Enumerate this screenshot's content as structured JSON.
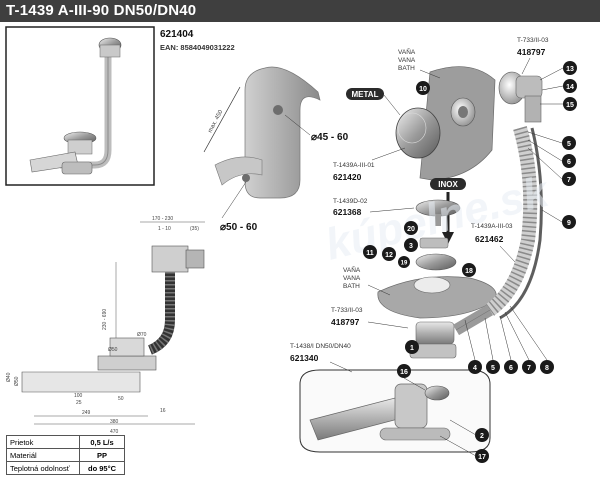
{
  "header": {
    "title": "T-1439 A-III-90 DN50/DN40"
  },
  "product": {
    "code": "621404",
    "ean": "EAN: 8584049031222"
  },
  "labels": {
    "vana_top": [
      "VAŇA",
      "VANA",
      "BATH"
    ],
    "vana_mid": [
      "VAŇA",
      "VANA",
      "BATH"
    ],
    "metal": "METAL",
    "inox": "INOX",
    "max450": "max. 450",
    "d45_60": "⌀45 - 60",
    "d50_60": "⌀50 - 60"
  },
  "parts": [
    {
      "name": "T-733/II-03",
      "code": "418797"
    },
    {
      "name": "T-1439A-III-01",
      "code": "621420"
    },
    {
      "name": "T-1439D-02",
      "code": "621368"
    },
    {
      "name": "T-1439A-III-03",
      "code": "621462"
    },
    {
      "name": "T-733/II-03",
      "code": "418797"
    },
    {
      "name": "T-1438/I DN50/DN40",
      "code": "621340"
    }
  ],
  "callouts": [
    "13",
    "14",
    "15",
    "10",
    "5",
    "6",
    "7",
    "9",
    "20",
    "3",
    "11",
    "12",
    "18",
    "1",
    "4",
    "5",
    "6",
    "7",
    "8",
    "16",
    "2",
    "17",
    "19"
  ],
  "dimensions": [
    "170 - 230",
    "1 - 10",
    "(35)",
    "230 - 690",
    "Ø70",
    "Ø40",
    "Ø50",
    "100",
    "25",
    "Ø50",
    "50",
    "249",
    "380",
    "470",
    "16"
  ],
  "specs": [
    {
      "key": "Prietok",
      "value": "0,5 L/s"
    },
    {
      "key": "Materiál",
      "value": "PP"
    },
    {
      "key": "Teplotná odolnosť",
      "value": "do 95°C"
    }
  ],
  "watermark": "kúpelne.sk",
  "colors": {
    "title_bg": "#3f3f3f",
    "callout": "#1a1a1a",
    "metal_badge": "#2b2b2b",
    "hose": "#333333"
  }
}
